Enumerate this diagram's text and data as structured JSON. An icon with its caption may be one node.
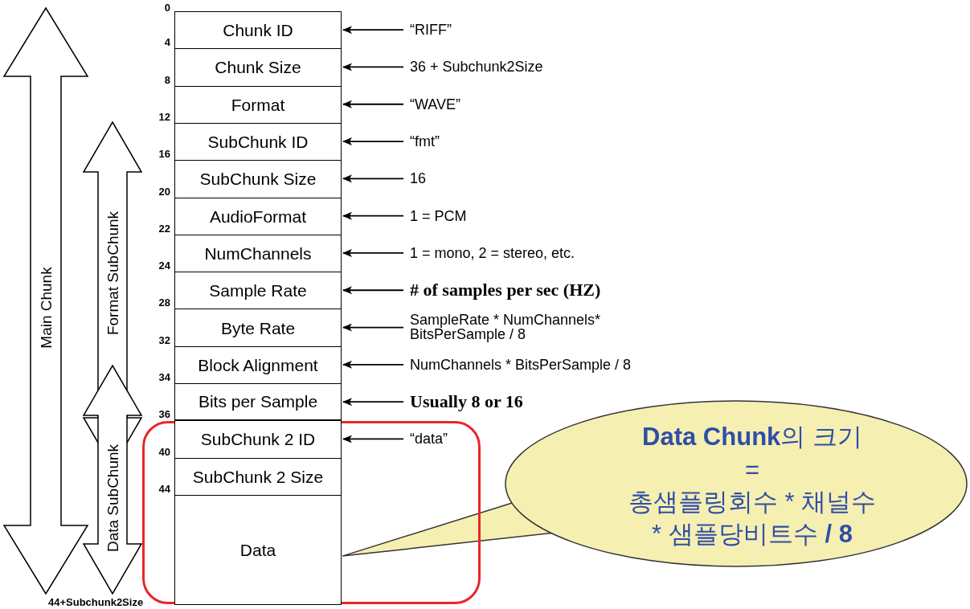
{
  "diagram": {
    "nodes": [
      {
        "text": [
          "Chunk ID"
        ]
      },
      {
        "text": [
          "Chunk Size"
        ]
      },
      {
        "text": [
          "Format"
        ]
      },
      {
        "text": [
          "SubChunk ID"
        ]
      },
      {
        "text": [
          "SubChunk Size"
        ]
      },
      {
        "text": [
          "AudioFormat"
        ]
      },
      {
        "text": [
          "NumChannels"
        ]
      },
      {
        "text": [
          "Sample Rate"
        ]
      },
      {
        "text": [
          "Byte Rate"
        ]
      },
      {
        "text": [
          "Block Alignment"
        ]
      },
      {
        "text": [
          "Bits per Sample"
        ]
      },
      {
        "text": [],
        "shape": "box"
      },
      {
        "text": [
          "SubChunk 2 ID"
        ],
        "in": 11
      },
      {
        "text": [
          "SubChunk 2 Size"
        ],
        "in": 11
      },
      {
        "text": [
          "Data"
        ],
        "in": 11
      },
      {
        "text": [
          "“RIFF”"
        ]
      },
      {
        "text": [
          "36 + Subchunk2Size"
        ]
      },
      {
        "text": [
          "“WAVE”"
        ]
      },
      {
        "text": [
          "“fmt”"
        ]
      },
      {
        "text": [
          "16"
        ]
      },
      {
        "text": [
          "1 = PCM"
        ]
      },
      {
        "text": [
          "1 = mono, 2 = stereo, etc."
        ]
      },
      {
        "text": [
          "# of samples per sec (HZ)"
        ]
      },
      {
        "text": [
          "SampleRate * NumChannels* BitsPerSample / 8"
        ]
      },
      {
        "text": [
          "NumChannels * BitsPerSample / 8"
        ]
      },
      {
        "text": [
          "Usually 8 or 16"
        ]
      },
      {
        "text": [
          "“data”"
        ],
        "in": 11
      },
      {
        "text": [
          "**Data Chunk**의 크기",
          "=",
          "총샘플링회수 * 채널수",
          "* 샘플당비트수 **/ 8**"
        ]
      }
    ],
    "edges": [
      {
        "from": 15,
        "to": 0,
        "arrow": "to"
      },
      {
        "from": 16,
        "to": 1,
        "arrow": "to"
      },
      {
        "from": 17,
        "to": 2,
        "arrow": "to"
      },
      {
        "from": 18,
        "to": 3,
        "arrow": "to"
      },
      {
        "from": 19,
        "to": 4,
        "arrow": "to"
      },
      {
        "from": 20,
        "to": 5,
        "arrow": "to"
      },
      {
        "from": 21,
        "to": 6,
        "arrow": "to"
      },
      {
        "from": 22,
        "to": 7,
        "arrow": "to"
      },
      {
        "from": 23,
        "to": 8,
        "arrow": "to"
      },
      {
        "from": 24,
        "to": 9,
        "arrow": "to"
      },
      {
        "from": 25,
        "to": 10,
        "arrow": "to"
      },
      {
        "from": 26,
        "to": 12,
        "arrow": "to"
      },
      {
        "from": 27,
        "to": 14,
        "arrow": "none"
      }
    ],
    "labels": [
      "Main Chunk",
      "Format SubChunk",
      "Data SubChunk",
      "0",
      "4",
      "8",
      "12",
      "16",
      "20",
      "22",
      "24",
      "28",
      "32",
      "34",
      "36",
      "40",
      "44",
      "44+Subchunk2Size"
    ]
  }
}
